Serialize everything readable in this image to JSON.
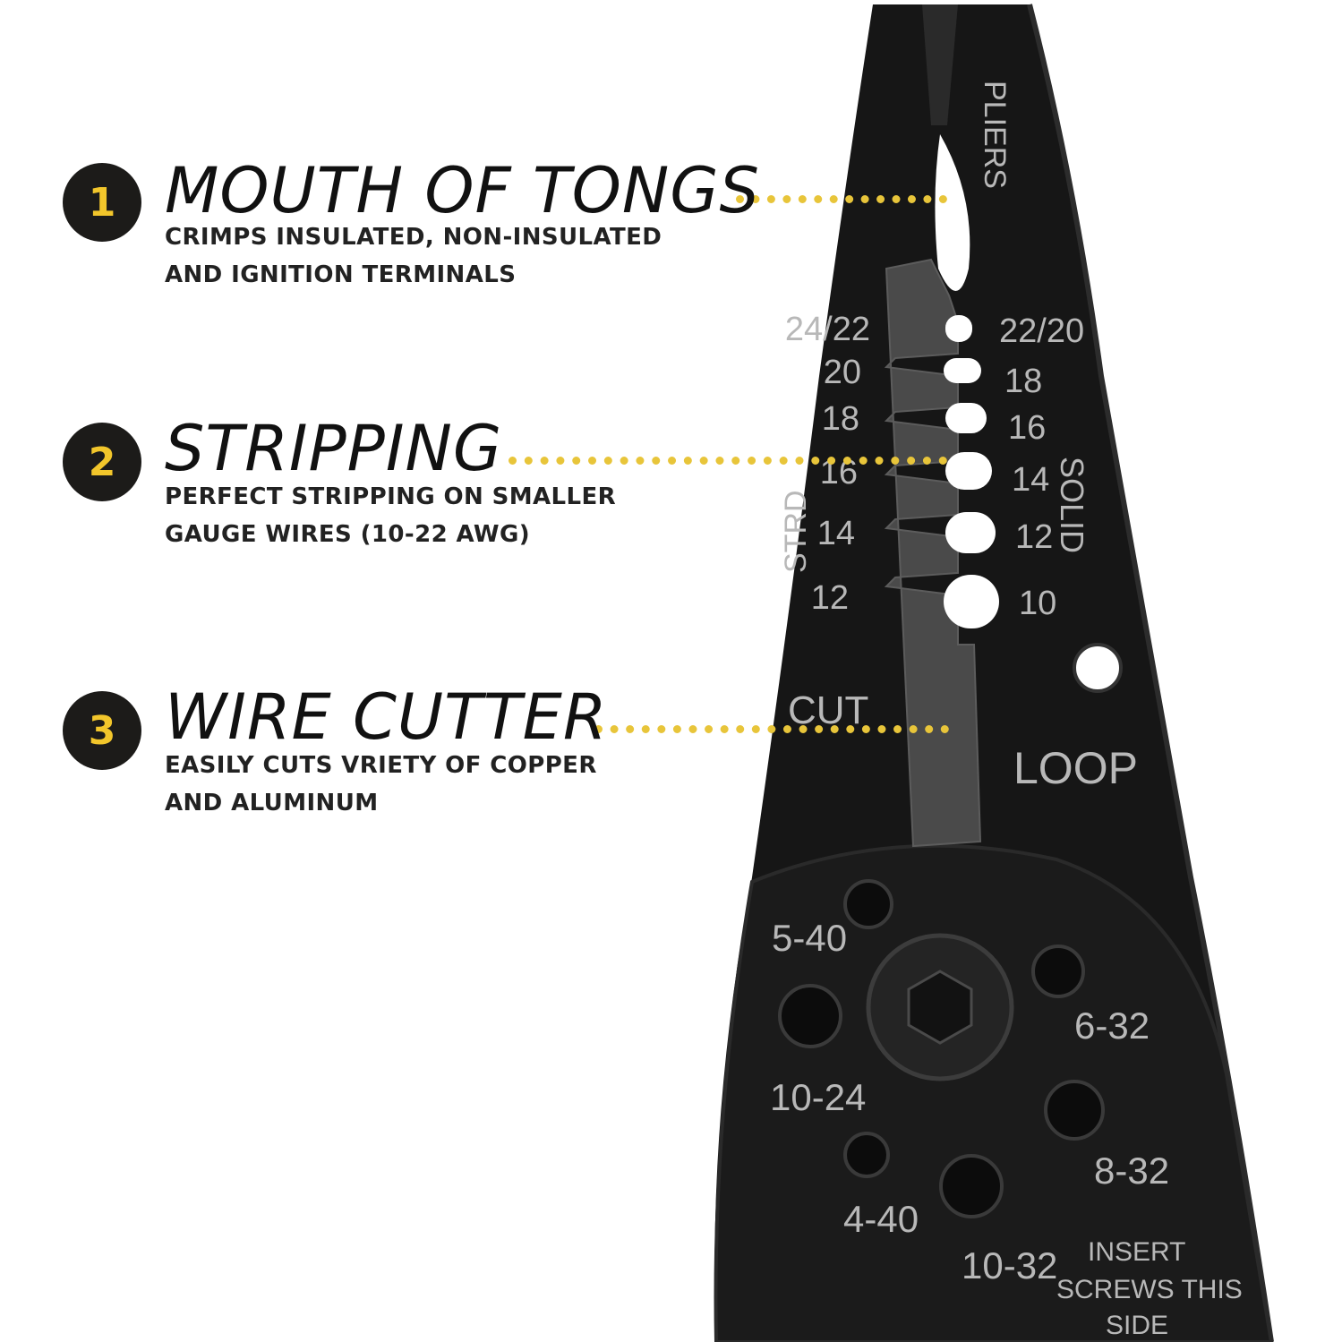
{
  "features": [
    {
      "number": "1",
      "title": "MOUTH OF TONGS",
      "description_line1": "CRIMPS INSULATED, NON-INSULATED",
      "description_line2": "AND IGNITION TERMINALS"
    },
    {
      "number": "2",
      "title": "STRIPPING",
      "description_line1": "PERFECT STRIPPING ON SMALLER",
      "description_line2": "GAUGE WIRES (10-22 AWG)"
    },
    {
      "number": "3",
      "title": "WIRE CUTTER",
      "description_line1": "EASILY CUTS VRIETY OF COPPER",
      "description_line2": "AND ALUMINUM"
    }
  ],
  "tool_markings": {
    "pliers": "PLIERS",
    "stranded_label": "STRD",
    "solid_label": "SOLID",
    "stranded_gauges": [
      "24/22",
      "20",
      "18",
      "16",
      "14",
      "12"
    ],
    "solid_gauges": [
      "22/20",
      "18",
      "16",
      "14",
      "12",
      "10"
    ],
    "cut": "CUT",
    "loop": "LOOP",
    "screw_sizes": [
      "5-40",
      "6-32",
      "10-24",
      "8-32",
      "4-40",
      "10-32"
    ],
    "insert_note_line1": "INSERT",
    "insert_note_line2": "SCREWS THIS",
    "insert_note_line3": "SIDE"
  },
  "colors": {
    "accent_yellow": "#f2c62b",
    "dot_leader": "#e8c53a",
    "tool_black": "#161616",
    "background": "#ffffff"
  }
}
